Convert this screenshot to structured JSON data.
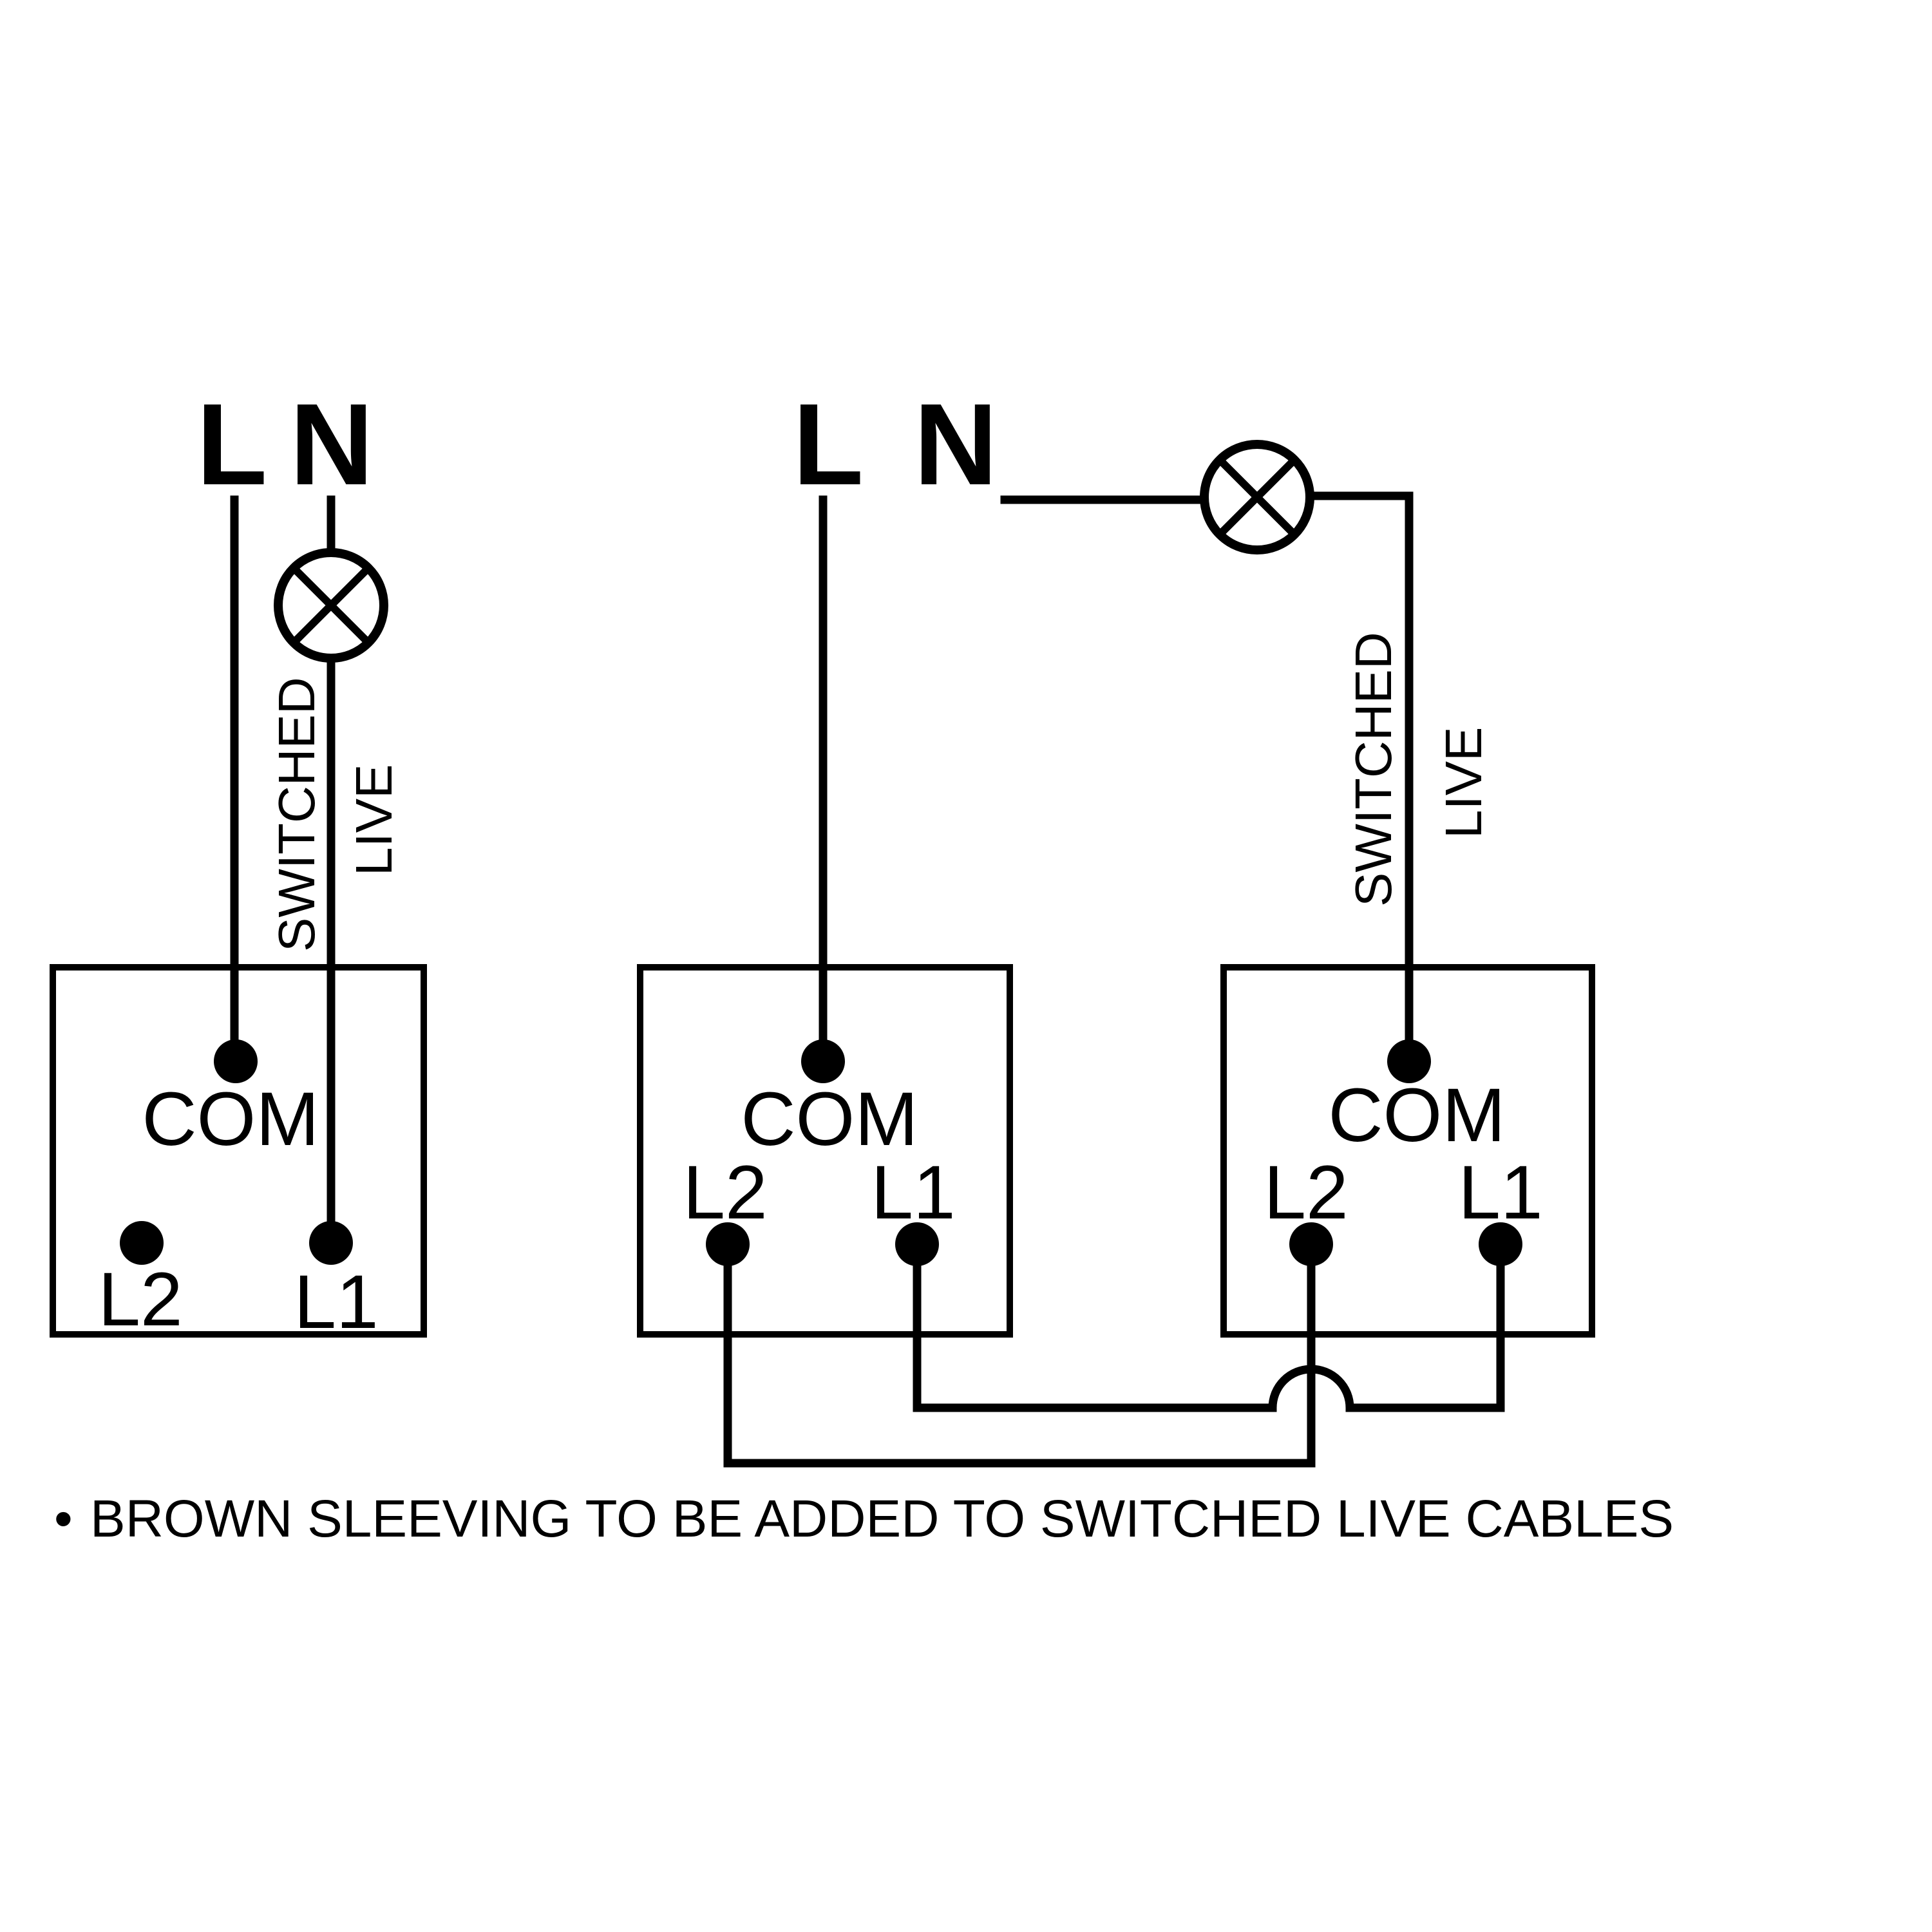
{
  "supplies": {
    "left": {
      "live": "L",
      "neutral": "N"
    },
    "right": {
      "live": "L",
      "neutral": "N"
    }
  },
  "switches": {
    "one_way": {
      "com": "COM",
      "l1": "L1",
      "l2": "L2"
    },
    "two_way_a": {
      "com": "COM",
      "l1": "L1",
      "l2": "L2"
    },
    "two_way_b": {
      "com": "COM",
      "l1": "L1",
      "l2": "L2"
    }
  },
  "labels": {
    "left": {
      "switched": "SWITCHED",
      "live": "LIVE"
    },
    "right": {
      "switched": "SWITCHED",
      "live": "LIVE"
    }
  },
  "note": {
    "bullet": "•",
    "text": "BROWN SLEEVING TO BE ADDED TO SWITCHED LIVE CABLES"
  },
  "colors": {
    "ink": "#000000",
    "background": "#ffffff"
  },
  "icons": [
    "lamp-icon",
    "terminal-icon"
  ]
}
